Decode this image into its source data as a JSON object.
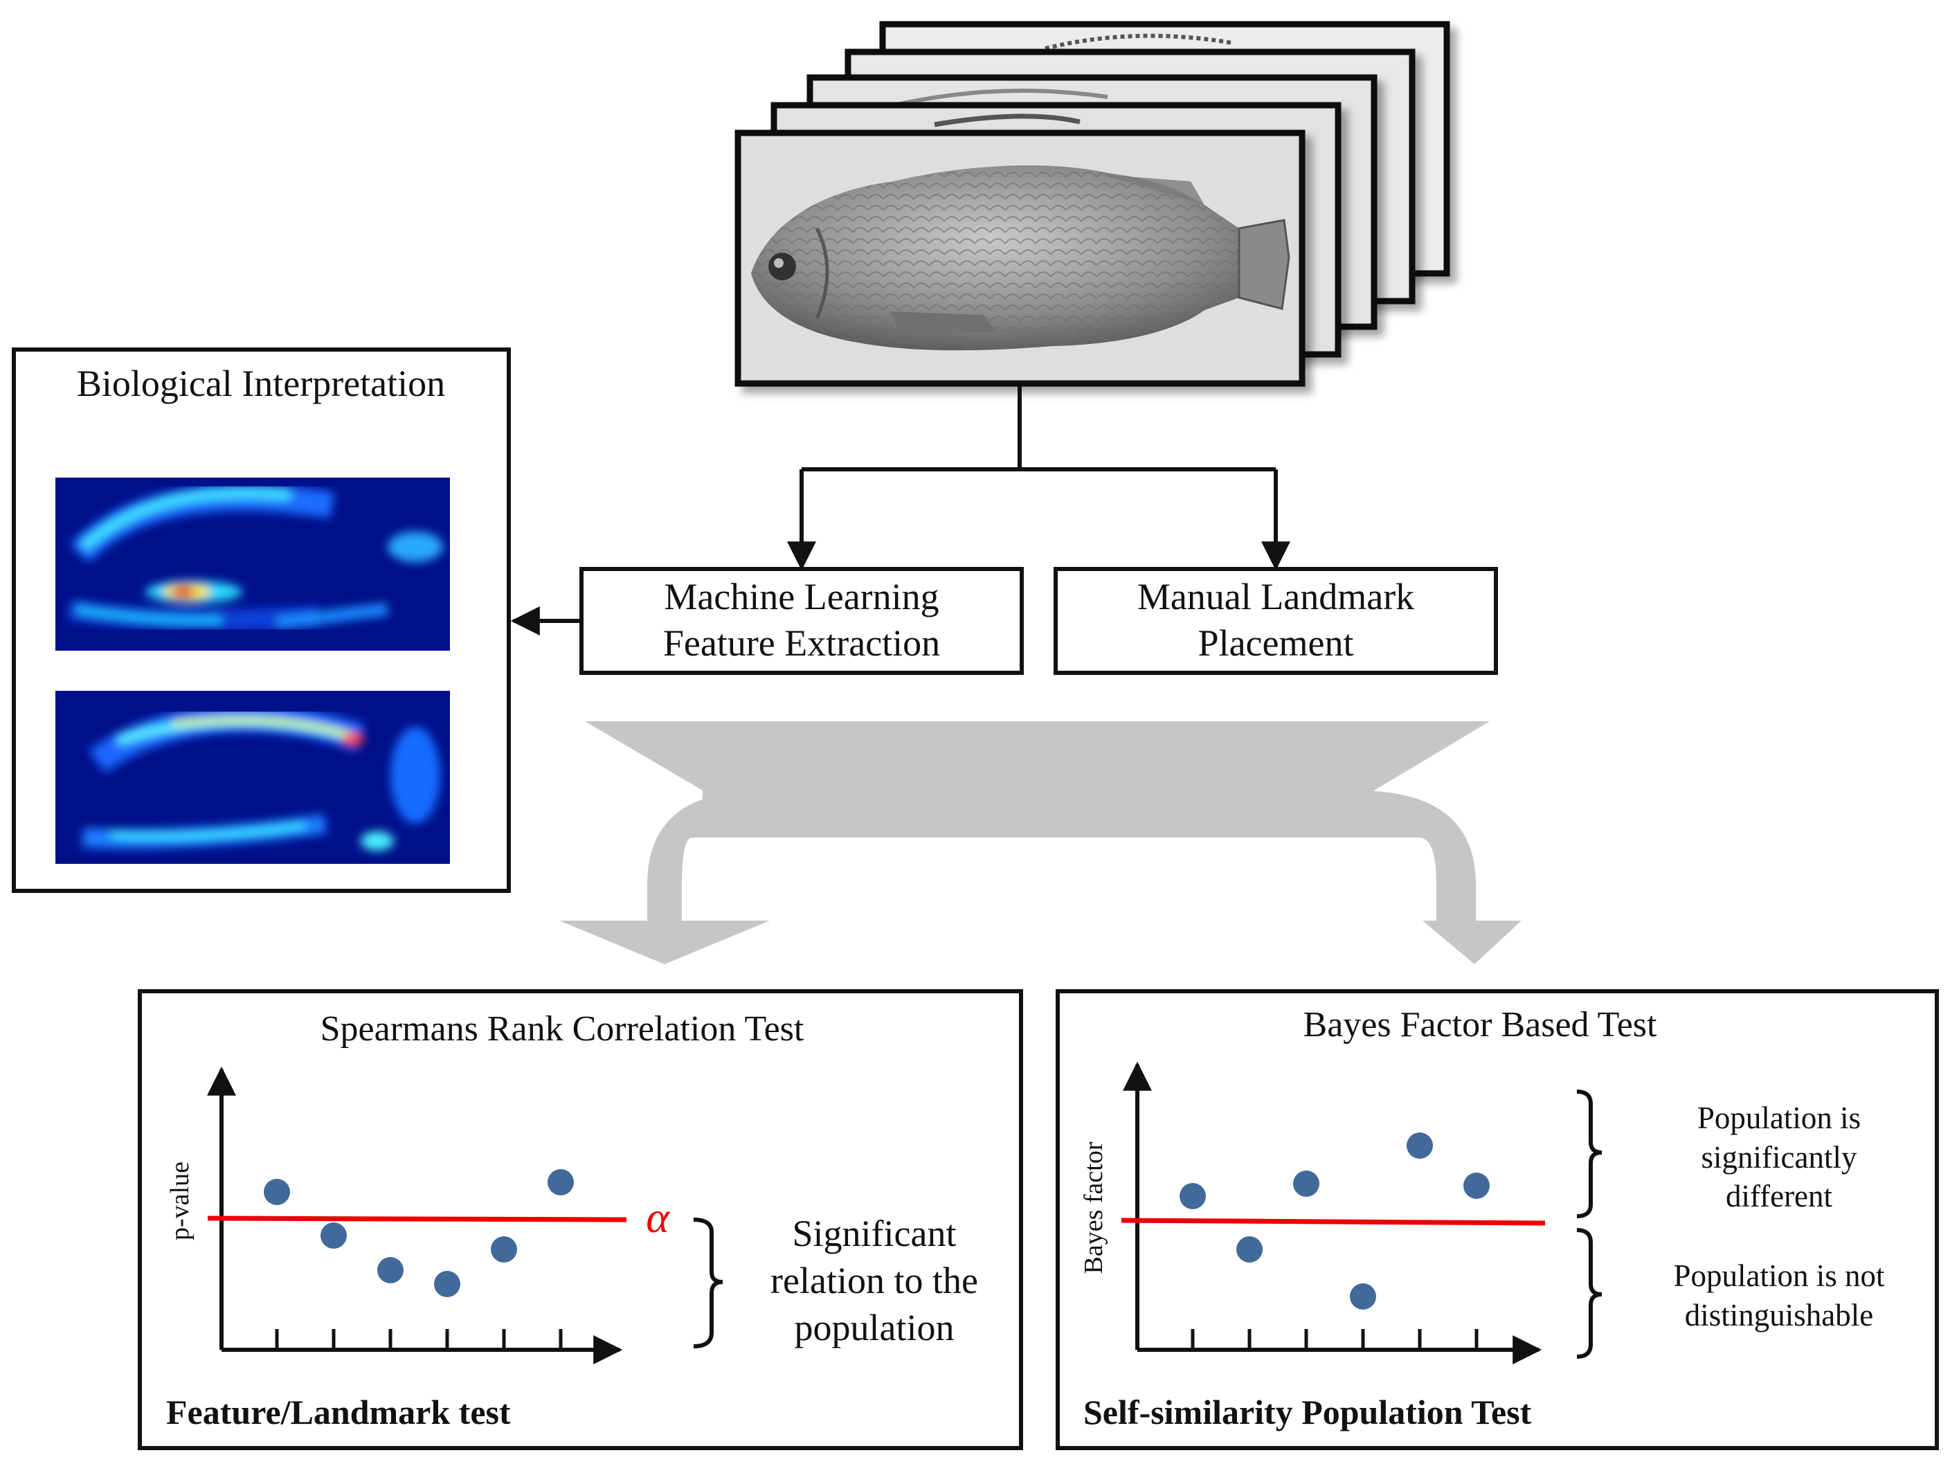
{
  "top": {
    "ml_box": {
      "line1": "Machine Learning",
      "line2": "Feature Extraction"
    },
    "manual_box": {
      "line1": "Manual Landmark",
      "line2": "Placement"
    }
  },
  "interpretation": {
    "title": "Biological Interpretation"
  },
  "spearman": {
    "title": "Spearmans Rank Correlation Test",
    "ylabel": "p-value",
    "threshold_symbol": "α",
    "note_line1": "Significant",
    "note_line2": "relation to the",
    "note_line3": "population",
    "footer": "Feature/Landmark test"
  },
  "bayes": {
    "title": "Bayes Factor Based Test",
    "ylabel": "Bayes factor",
    "upper_line1": "Population is",
    "upper_line2": "significantly",
    "upper_line3": "different",
    "lower_line1": "Population is not",
    "lower_line2": "distinguishable",
    "footer": "Self-similarity Population Test"
  },
  "colors": {
    "point": "#41699a",
    "threshold": "#ee0000",
    "flow_arrow": "#c6c6c6",
    "frame": "#111111"
  },
  "chart_data": [
    {
      "type": "scatter",
      "title": "Spearmans Rank Correlation Test",
      "ylabel": "p-value",
      "y_axis_numbers": false,
      "threshold_label": "α",
      "points": [
        {
          "x": 1,
          "relative_to_threshold": "above"
        },
        {
          "x": 2,
          "relative_to_threshold": "below"
        },
        {
          "x": 3,
          "relative_to_threshold": "below"
        },
        {
          "x": 4,
          "relative_to_threshold": "below"
        },
        {
          "x": 5,
          "relative_to_threshold": "below"
        },
        {
          "x": 6,
          "relative_to_threshold": "above"
        }
      ]
    },
    {
      "type": "scatter",
      "title": "Bayes Factor Based Test",
      "ylabel": "Bayes factor",
      "y_axis_numbers": false,
      "points": [
        {
          "x": 1,
          "relative_to_threshold": "above"
        },
        {
          "x": 2,
          "relative_to_threshold": "below"
        },
        {
          "x": 3,
          "relative_to_threshold": "above"
        },
        {
          "x": 4,
          "relative_to_threshold": "below"
        },
        {
          "x": 5,
          "relative_to_threshold": "above"
        },
        {
          "x": 6,
          "relative_to_threshold": "above"
        }
      ]
    }
  ]
}
